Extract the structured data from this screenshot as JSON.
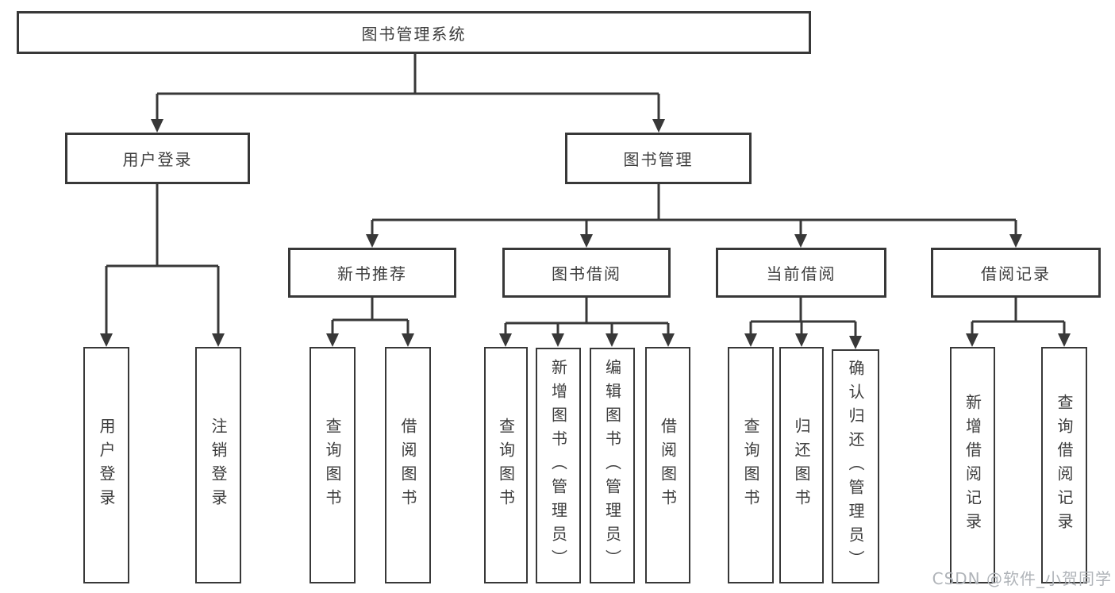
{
  "diagram": {
    "root_label": "图书管理系统",
    "watermark": "CSDN @软件_小贺同学",
    "level2": {
      "user_login": "用户登录",
      "book_management": "图书管理"
    },
    "level3": {
      "new_books": "新书推荐",
      "book_borrowing": "图书借阅",
      "current_borrowing": "当前借阅",
      "borrow_records": "借阅记录"
    },
    "leaves": {
      "user_login": [
        "用户登录",
        "注销登录"
      ],
      "new_books": [
        "查询图书",
        "借阅图书"
      ],
      "book_borrowing": [
        "查询图书",
        "新增图书（管理员）",
        "编辑图书（管理员）",
        "借阅图书"
      ],
      "current_borrowing": [
        "查询图书",
        "归还图书",
        "确认归还（管理员）"
      ],
      "borrow_records": [
        "新增借阅记录",
        "查询借阅记录"
      ]
    }
  }
}
